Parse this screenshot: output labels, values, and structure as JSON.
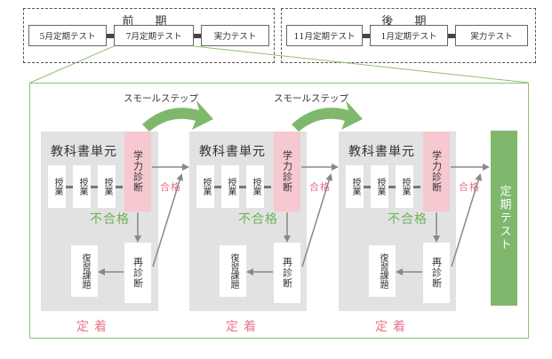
{
  "periods": {
    "first": {
      "title": "前 期",
      "tests": [
        "5月定期テスト",
        "7月定期テスト",
        "実力テスト"
      ]
    },
    "second": {
      "title": "後 期",
      "tests": [
        "11月定期テスト",
        "1月定期テスト",
        "実力テスト"
      ]
    }
  },
  "stage": {
    "unit_title": "教科書単元",
    "lesson": "授業",
    "diagnosis": "学力診断",
    "rediagnosis": "再診断",
    "review": "復習課題",
    "fail": "不合格",
    "pass": "合格",
    "settle": "定着"
  },
  "small_step": "スモールステップ",
  "final_test": "定期テスト",
  "colors": {
    "green": "#7fb86d",
    "pink": "#f6c8cf",
    "pink_text": "#e8748a",
    "gray_box": "#e2e2e2"
  }
}
